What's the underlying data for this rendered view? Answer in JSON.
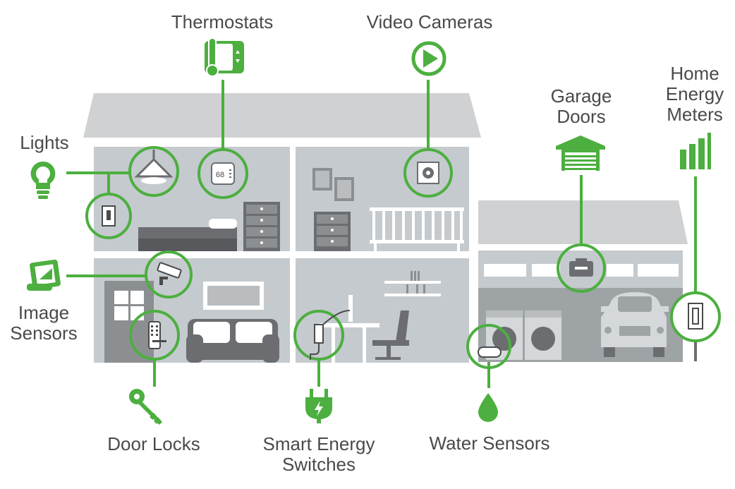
{
  "labels": {
    "thermostats": "Thermostats",
    "video_cameras": "Video Cameras",
    "lights": "Lights",
    "garage_doors_1": "Garage",
    "garage_doors_2": "Doors",
    "home_energy_1": "Home",
    "home_energy_2": "Energy",
    "home_energy_3": "Meters",
    "image_sensors_1": "Image",
    "image_sensors_2": "Sensors",
    "door_locks": "Door Locks",
    "smart_energy_1": "Smart Energy",
    "smart_energy_2": "Switches",
    "water_sensors": "Water Sensors"
  },
  "thermostat_reading": "68",
  "colors": {
    "accent_green": "#4caf3f",
    "wall_gray": "#c5cace",
    "roof_gray": "#cfd1d2",
    "furniture_dark": "#6b6d70",
    "label_text": "#4a4a4a"
  },
  "icons": [
    "thermostat-icon",
    "video-camera-icon",
    "light-bulb-icon",
    "tablet-image-icon",
    "key-icon",
    "plug-icon",
    "water-drop-icon",
    "garage-icon",
    "energy-bars-icon"
  ]
}
